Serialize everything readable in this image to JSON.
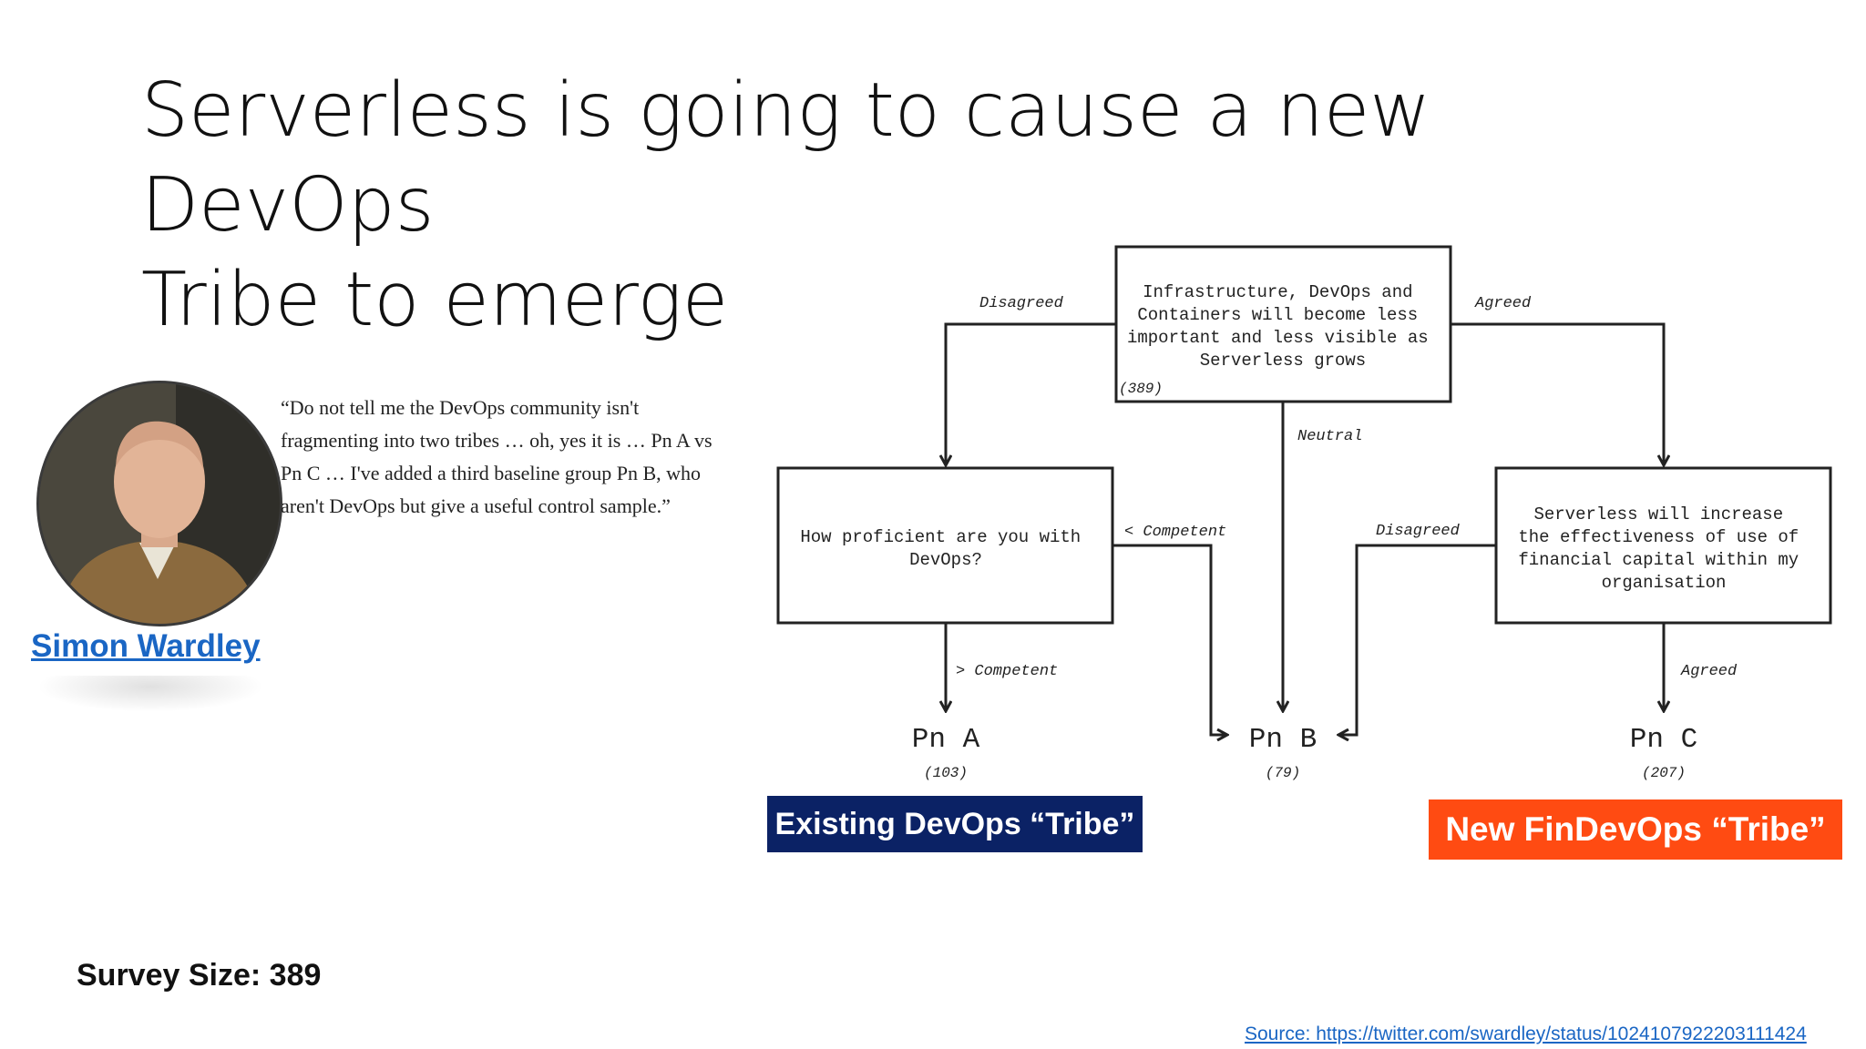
{
  "slide": {
    "title_line1": "Serverless is going to cause a new DevOps",
    "title_line2": "Tribe to emerge"
  },
  "quote": {
    "lines": [
      "“Do not tell me the DevOps community isn't",
      "fragmenting into two tribes … oh, yes it is … Pn A vs",
      "Pn C … I've added a third baseline group Pn B, who",
      "aren't DevOps but give a useful control sample.”"
    ]
  },
  "author": {
    "name": "Simon Wardley"
  },
  "flowchart": {
    "root": {
      "lines": [
        "Infrastructure, DevOps and",
        "Containers  will become less",
        "important and less visible as",
        "Serverless grows"
      ],
      "count": "(389)"
    },
    "edge_disagreed": "Disagreed",
    "edge_agreed": "Agreed",
    "edge_neutral": "Neutral",
    "left_question": {
      "lines": [
        "How proficient are you with",
        "DevOps?"
      ]
    },
    "right_question": {
      "lines": [
        "Serverless will increase",
        "the effectiveness of use of",
        "financial capital within my",
        "organisation"
      ]
    },
    "edge_less_competent": "< Competent",
    "edge_more_competent": "> Competent",
    "edge_right_disagreed": "Disagreed",
    "edge_right_agreed": "Agreed",
    "outcome_a": {
      "label": "Pn A",
      "count": "(103)"
    },
    "outcome_b": {
      "label": "Pn B",
      "count": "(79)"
    },
    "outcome_c": {
      "label": "Pn C",
      "count": "(207)"
    }
  },
  "tribes": {
    "existing": "Existing DevOps “Tribe”",
    "new": "New FinDevOps “Tribe”"
  },
  "survey": {
    "size_label": "Survey Size: 389"
  },
  "source": {
    "link_text": "Source: https://twitter.com/swardley/status/1024107922203111424"
  },
  "colors": {
    "existing_tribe_bg": "#0b2265",
    "new_tribe_bg": "#ff4b12",
    "link": "#1a66c4"
  }
}
